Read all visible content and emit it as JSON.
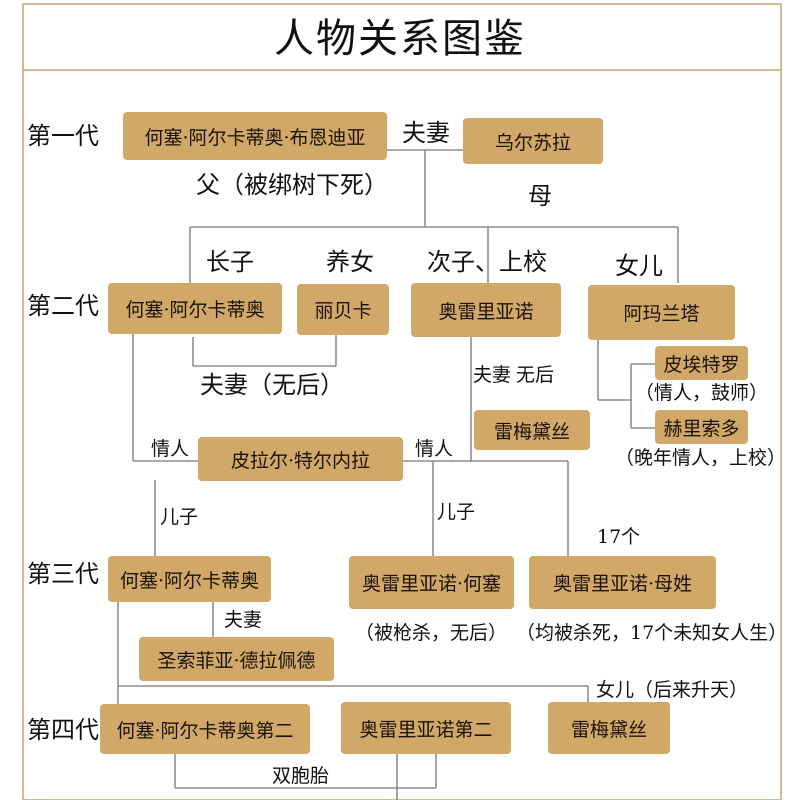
{
  "title": "人物关系图鉴",
  "colors": {
    "box_fill": "#d2a868",
    "line": "#777777",
    "frame": "#c9a46a"
  },
  "generations": [
    "第一代",
    "第二代",
    "第三代",
    "第四代"
  ],
  "persons": {
    "jose_arcadio_buendia": "何塞·阿尔卡蒂奥·布恩迪亚",
    "ursula": "乌尔苏拉",
    "jose_arcadio": "何塞·阿尔卡蒂奥",
    "rebeca": "丽贝卡",
    "aureliano": "奥雷里亚诺",
    "amaranta": "阿玛兰塔",
    "pietro_crespi": "皮埃特罗",
    "gerineldo": "赫里索多",
    "remedios": "雷梅黛丝",
    "pilar_ternera": "皮拉尔·特尔内拉",
    "arcadio": "何塞·阿尔卡蒂奥",
    "aureliano_jose": "奥雷里亚诺·何塞",
    "seventeen_aurelianos": "奥雷里亚诺·母姓",
    "santa_sofia": "圣索菲亚·德拉佩德",
    "jose_arcadio_ii": "何塞·阿尔卡蒂奥第二",
    "aureliano_ii": "奥雷里亚诺第二",
    "remedios_beauty": "雷梅黛丝"
  },
  "labels": {
    "spouse_g1": "夫妻",
    "father_note": "父（被绑树下死）",
    "mother": "母",
    "eldest_son": "长子",
    "adopted_daughter": "养女",
    "second_son": "次子、上校",
    "daughter": "女儿",
    "spouse_no_heir": "夫妻（无后）",
    "spouse_aureliano": "夫妻",
    "no_heir": "无后",
    "pietro_note": "（情人，鼓师）",
    "gerineldo_note": "（晚年情人，上校）",
    "lover_left": "情人",
    "lover_right": "情人",
    "son_left": "儿子",
    "son_right": "儿子",
    "count_17": "17个",
    "shot_note": "（被枪杀，无后）",
    "killed_note": "（均被杀死，17个未知女人生）",
    "spouse_g3": "夫妻",
    "daughter_ascended": "女儿（后来升天）",
    "twins": "双胞胎"
  }
}
